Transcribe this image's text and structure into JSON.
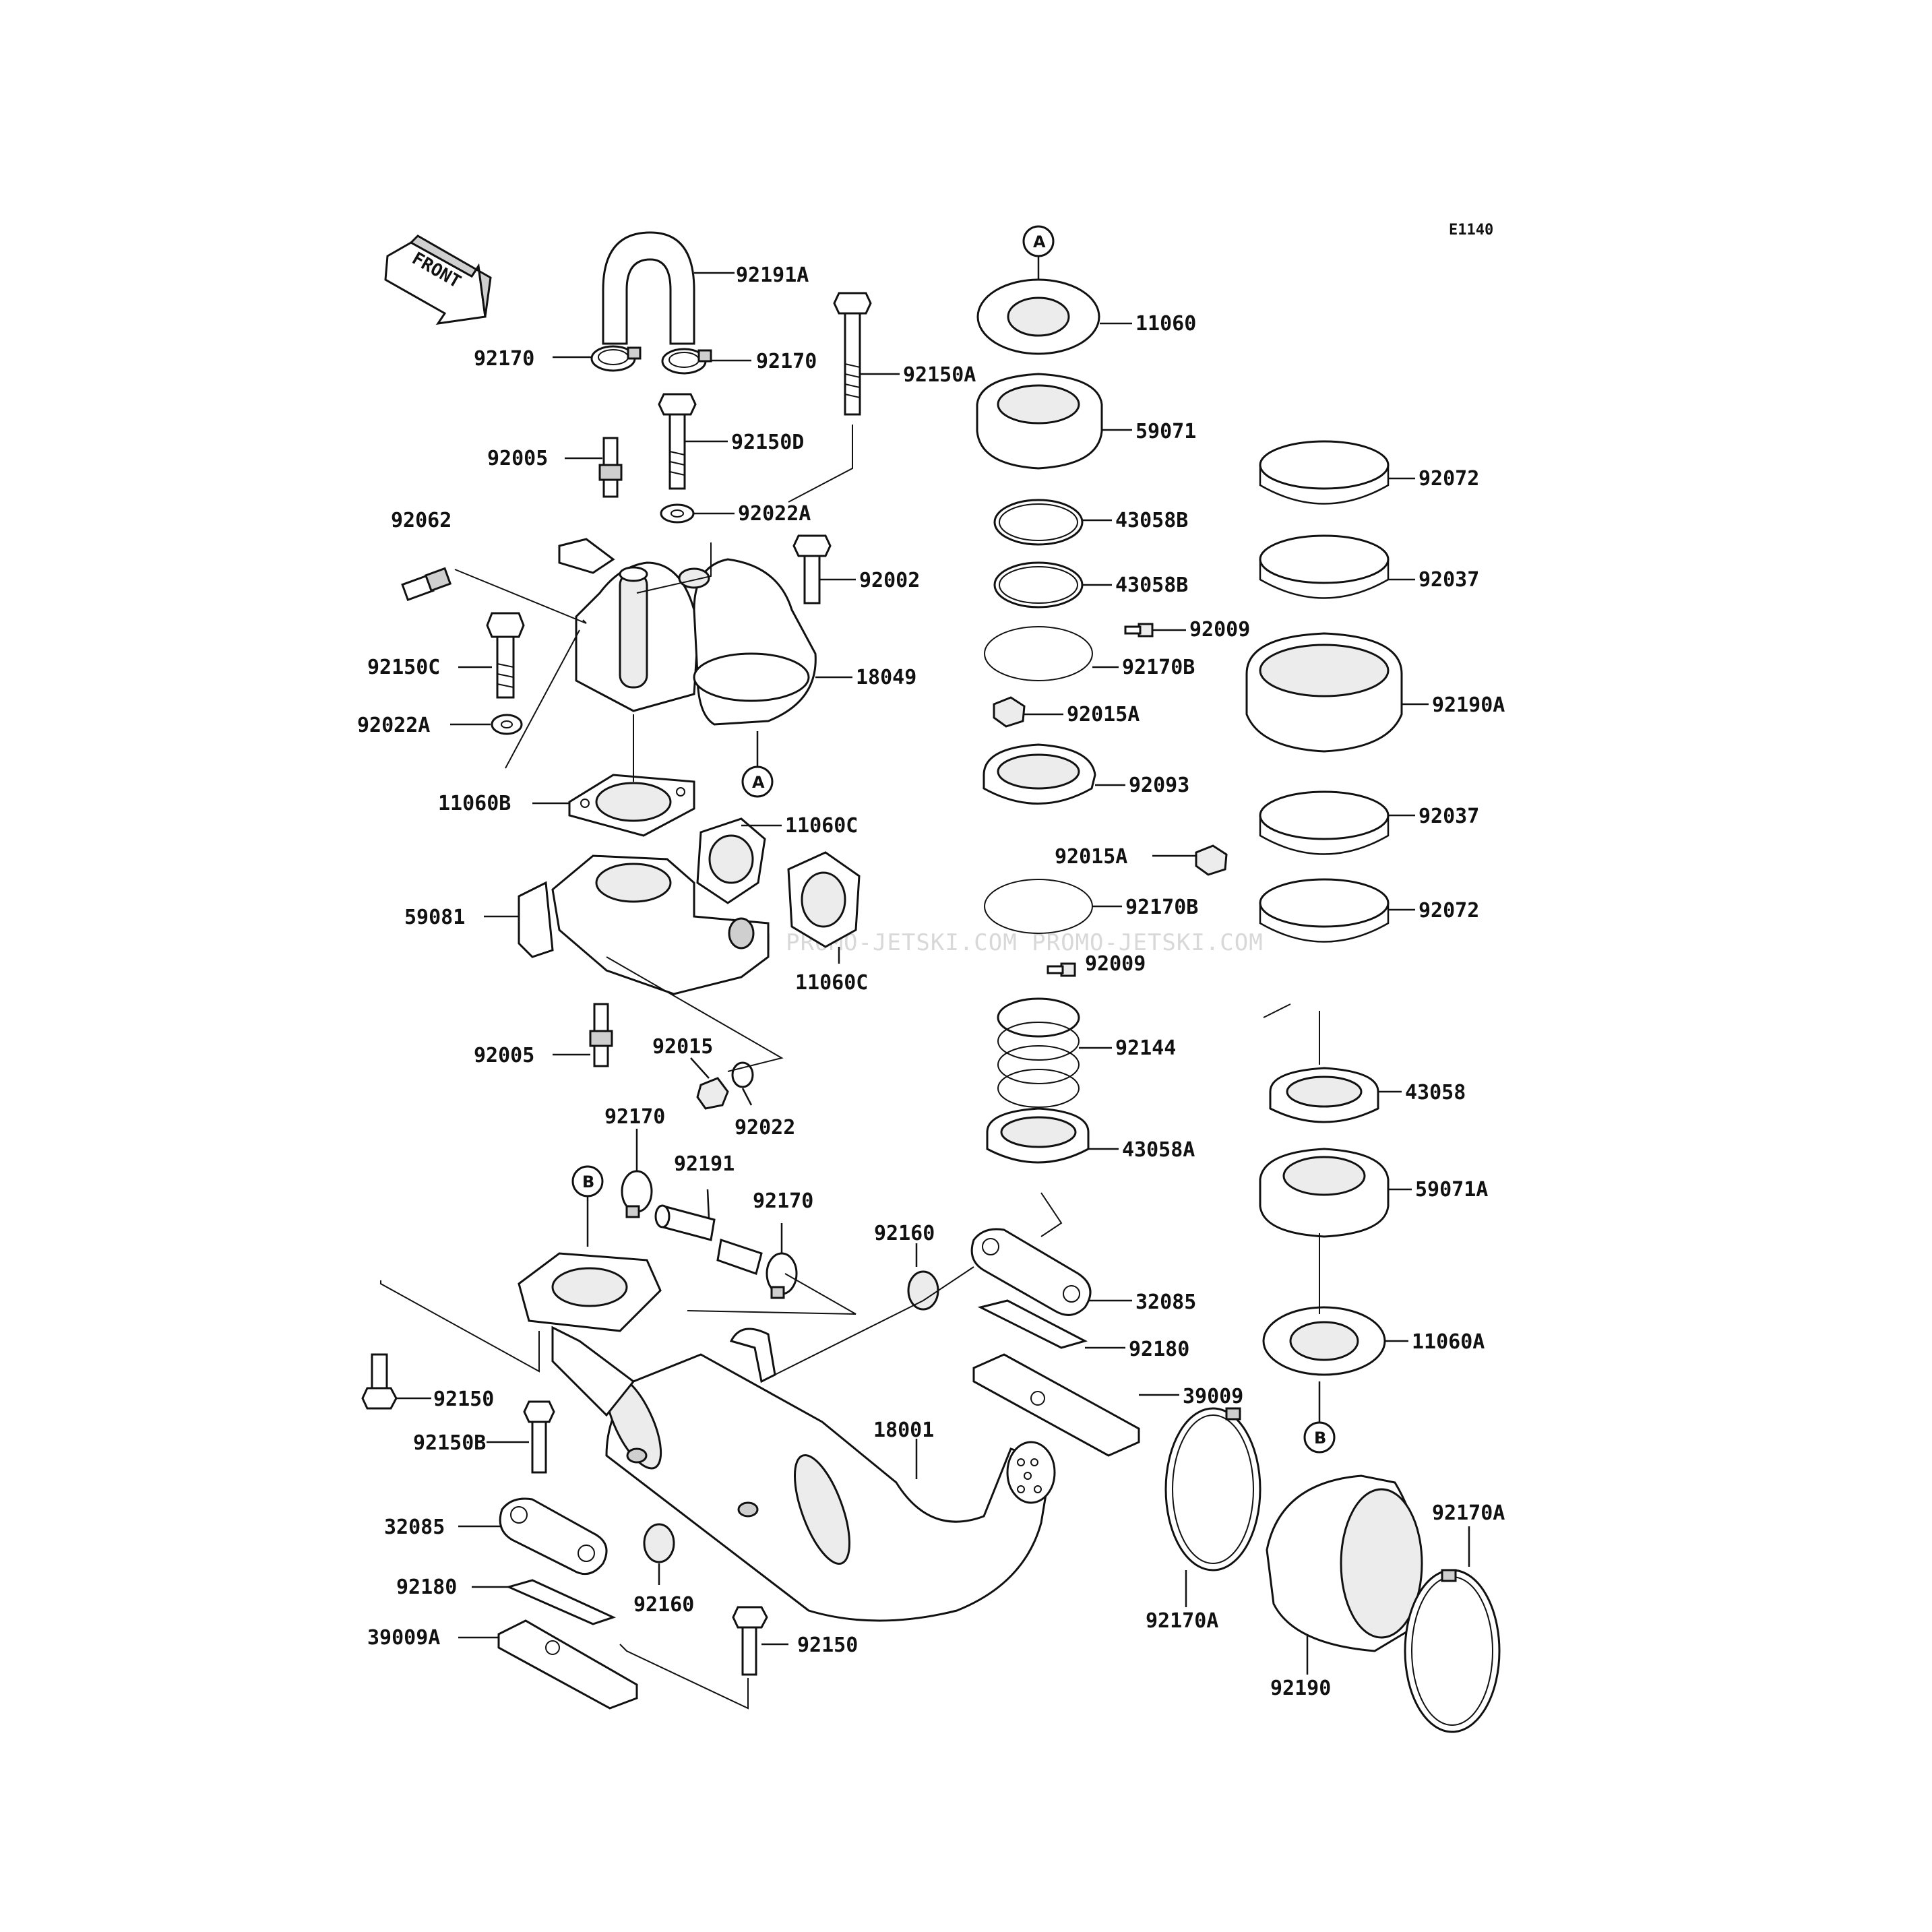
{
  "diagram_code": "E1140",
  "front_label": "FRONT",
  "watermark": "JETSKI.COM PROMO-JETSKI.COM PROMO-JETSKI.COM",
  "ref_markers": [
    "A",
    "A",
    "B",
    "B"
  ],
  "labels": [
    "92191A",
    "92170",
    "92170",
    "92150A",
    "92150D",
    "92005",
    "92022A",
    "92062",
    "92002",
    "92150C",
    "18049",
    "92022A",
    "11060B",
    "11060C",
    "59081",
    "11060C",
    "92005",
    "92015",
    "92022",
    "92170",
    "92191",
    "92170",
    "92150",
    "92150B",
    "32085",
    "92180",
    "39009A",
    "92160",
    "92150",
    "18001",
    "92160",
    "32085",
    "92180",
    "39009",
    "11060",
    "59071",
    "43058B",
    "43058B",
    "92009",
    "92170B",
    "92015A",
    "92093",
    "92015A",
    "92170B",
    "92009",
    "92144",
    "43058A",
    "92072",
    "92037",
    "92190A",
    "92037",
    "92072",
    "43058",
    "59071A",
    "11060A",
    "92170A",
    "92170A",
    "92190"
  ]
}
